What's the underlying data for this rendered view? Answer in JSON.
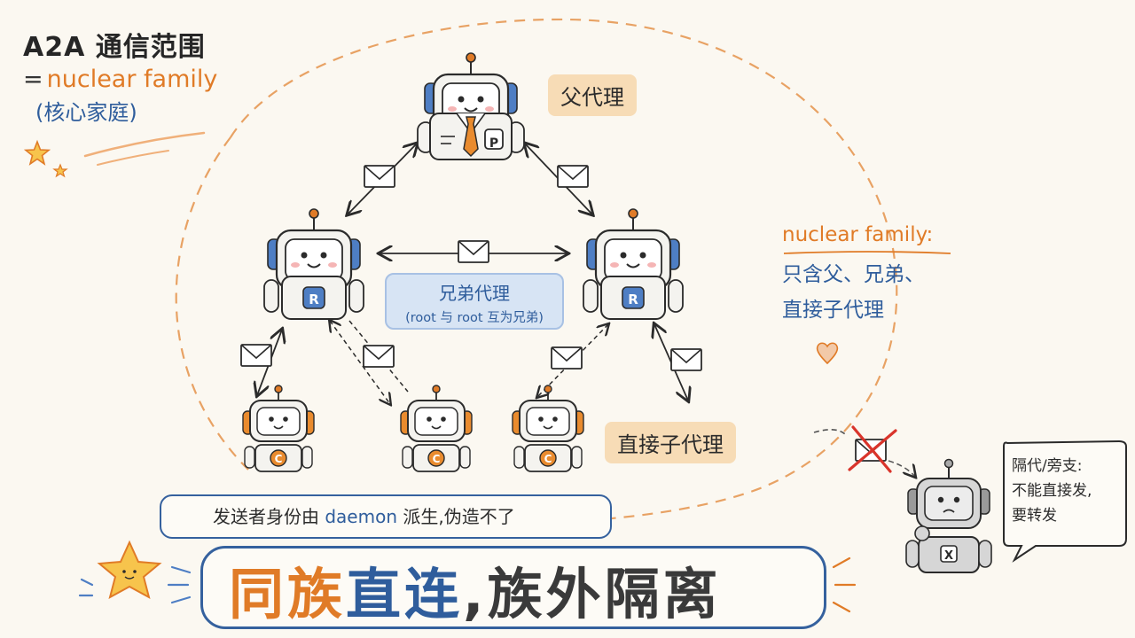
{
  "title": {
    "line1": "A2A 通信范围",
    "line2_eq": "=",
    "line2": "nuclear family",
    "line3": "(核心家庭)"
  },
  "labels": {
    "parent": "父代理",
    "sibling_line1": "兄弟代理",
    "sibling_line2": "(root 与 root 互为兄弟)",
    "child": "直接子代理"
  },
  "badges": {
    "parent": "P",
    "root": "R",
    "child": "C",
    "outsider": "X"
  },
  "nuclear_note": {
    "title": "nuclear family:",
    "line1": "只含父、兄弟、",
    "line2": "直接子代理"
  },
  "outsider_bubble": {
    "line1": "隔代/旁支:",
    "line2": "不能直接发,",
    "line3": "要转发"
  },
  "identity_pill": {
    "prefix": "发送者身份由",
    "keyword": "daemon",
    "suffix": "派生,伪造不了"
  },
  "slogan": {
    "part1": "同族",
    "part2": "直连",
    "part3": ",族外隔离"
  },
  "colors": {
    "orange": "#e07b27",
    "blue": "#2f5d9c",
    "label_bg": "#f7dcb6",
    "sibling_bg": "#d7e4f4",
    "red": "#d9342b"
  }
}
